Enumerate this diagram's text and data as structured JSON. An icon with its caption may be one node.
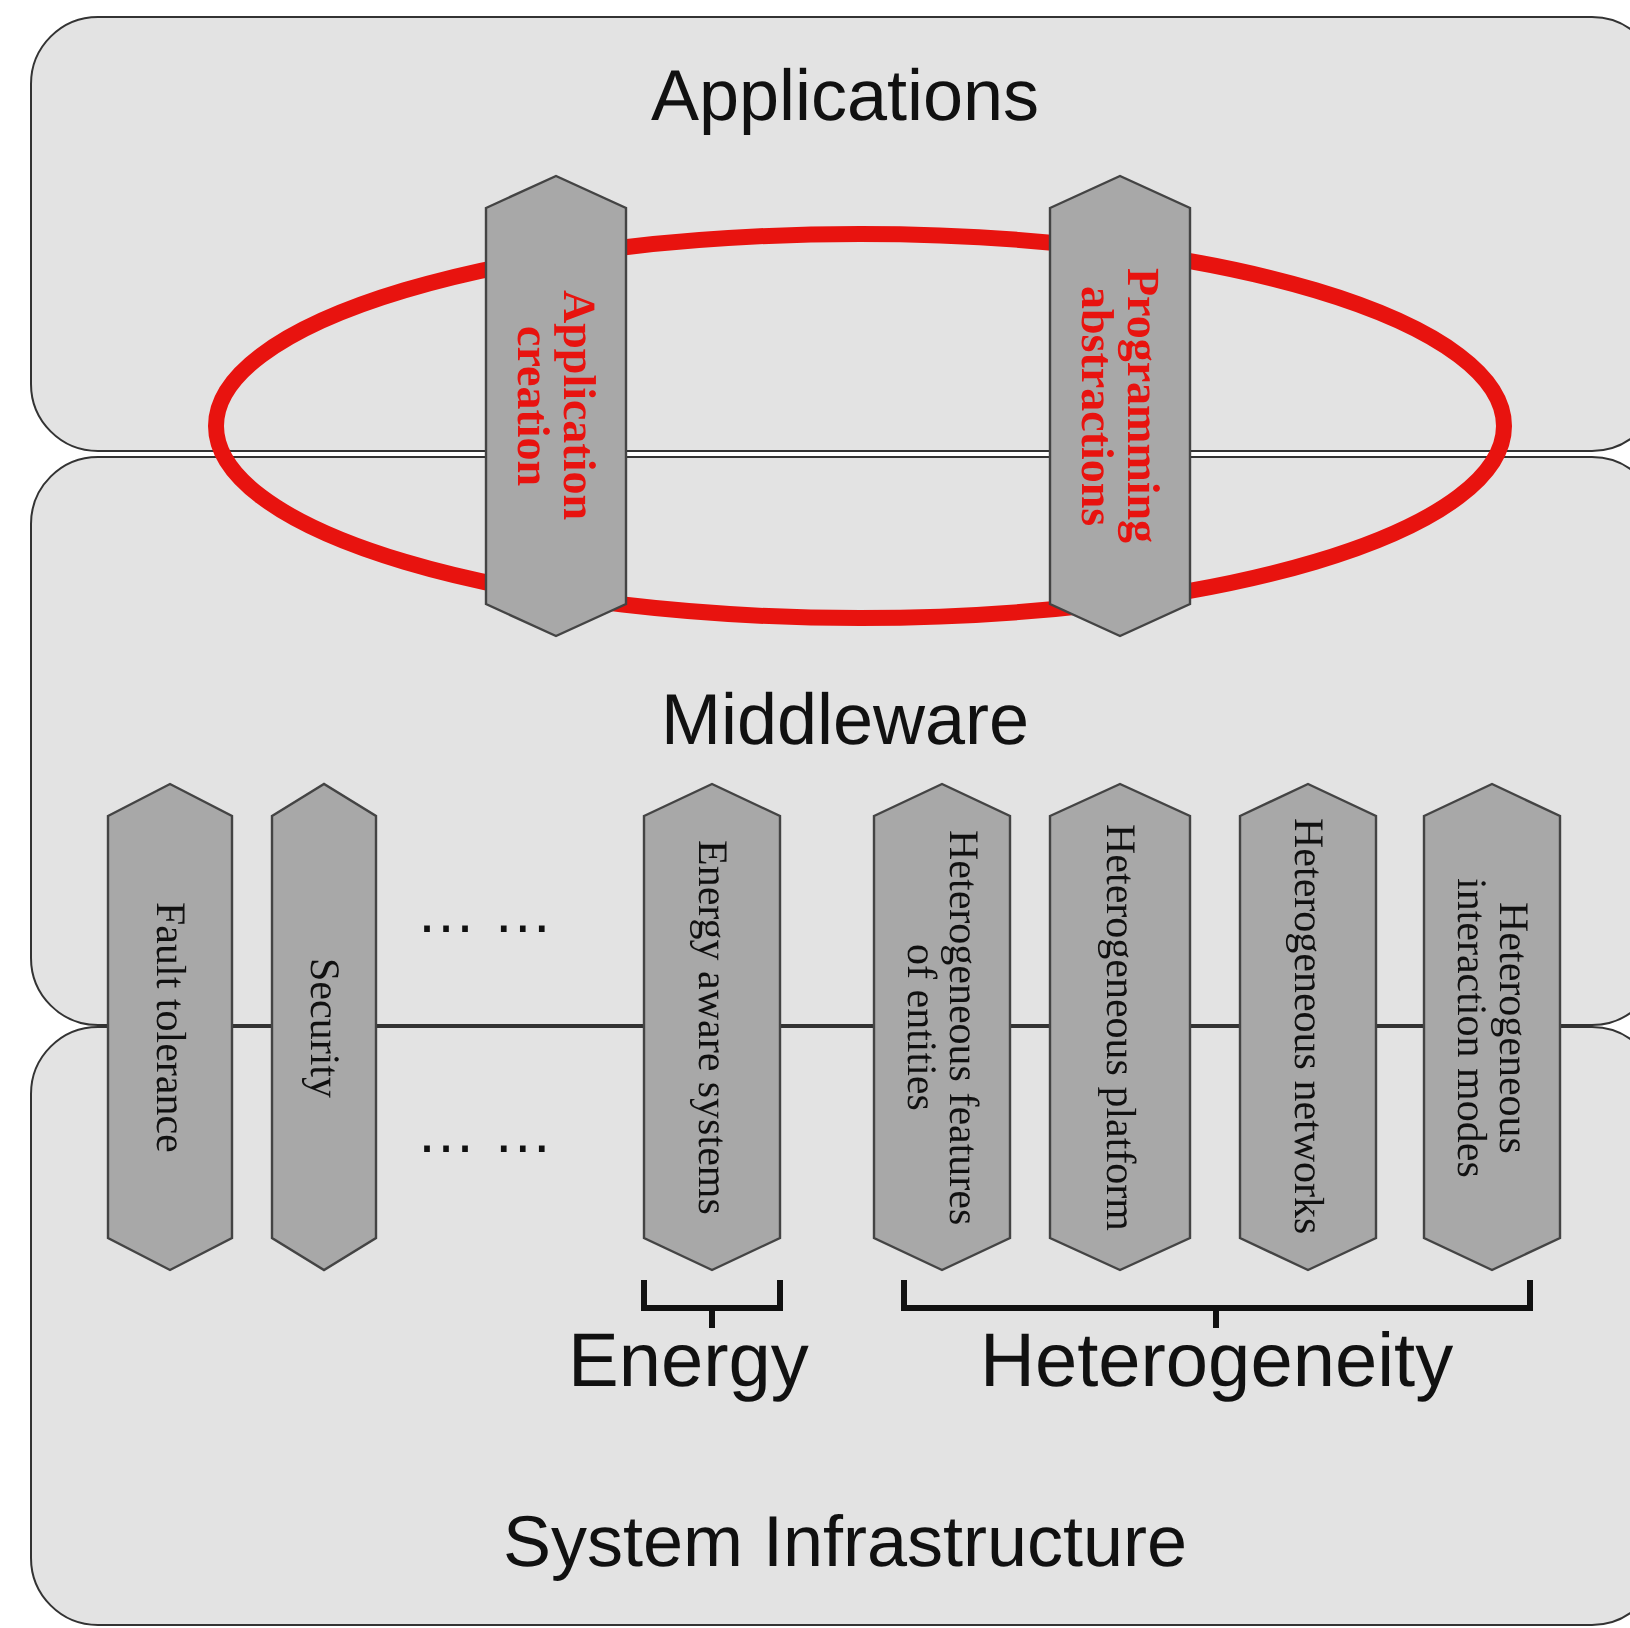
{
  "diagram": {
    "nodes": [
      {
        "text": [
          "Applications"
        ]
      },
      {
        "text": [
          "Middleware"
        ]
      },
      {
        "text": [
          "System Infrastructure"
        ]
      },
      {
        "text": [
          "Application creation"
        ]
      },
      {
        "text": [
          "Programming abstractions"
        ]
      },
      {
        "text": [
          "Fault tolerance"
        ]
      },
      {
        "text": [
          "Security"
        ]
      },
      {
        "text": [
          "Energy aware systems"
        ]
      },
      {
        "text": [
          "Heterogeneous features of entities"
        ]
      },
      {
        "text": [
          "Heterogeneous platform"
        ]
      },
      {
        "text": [
          "Heterogeneous networks"
        ]
      },
      {
        "text": [
          "Heterogeneous interaction modes"
        ]
      }
    ],
    "labels": [
      "… …",
      "… …",
      "Energy",
      "Heterogeneity"
    ]
  }
}
